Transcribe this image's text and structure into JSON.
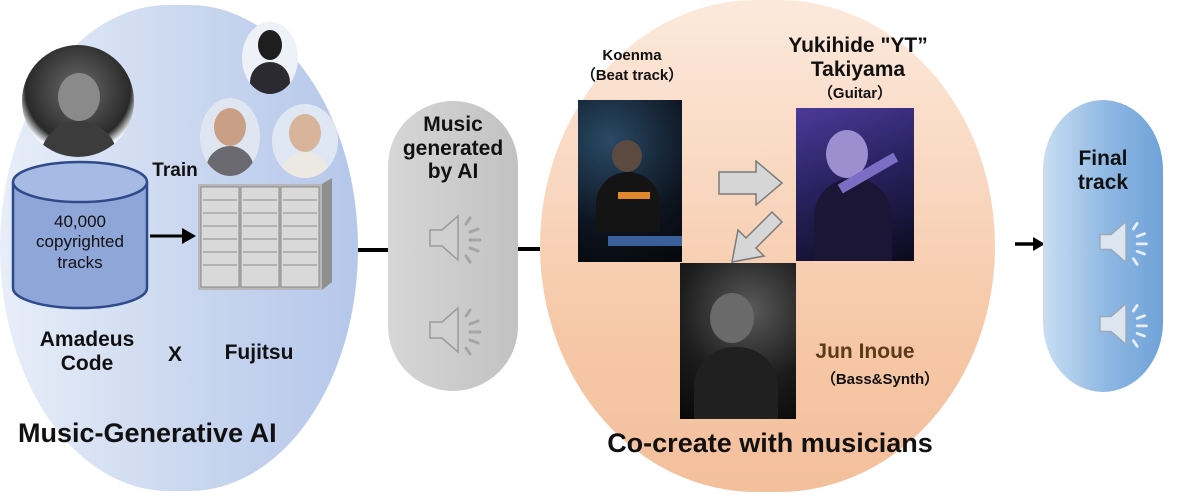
{
  "ai_panel": {
    "title": "Music-Generative AI",
    "train_label": "Train",
    "database_label": "40,000\ncopyrighted\ntracks",
    "company_left": "Amadeus\nCode",
    "cross": "X",
    "company_right": "Fujitsu"
  },
  "generated_panel": {
    "title": "Music\ngenerated\nby AI"
  },
  "cocreate_panel": {
    "title": "Co-create with musicians",
    "musicians": [
      {
        "name": "Koenma",
        "role": "（Beat track）"
      },
      {
        "name": "Yukihide \"YT”\nTakiyama",
        "role": "（Guitar）"
      },
      {
        "name": "Jun Inoue",
        "role": "（Bass&Synth）"
      }
    ]
  },
  "final_panel": {
    "title": "Final\ntrack"
  },
  "colors": {
    "ai_panel": "#c9d6ef",
    "cocreate_panel": "#f6c7a6",
    "final_panel": "#8db7e2",
    "cylinder": "#8fa6d9"
  }
}
